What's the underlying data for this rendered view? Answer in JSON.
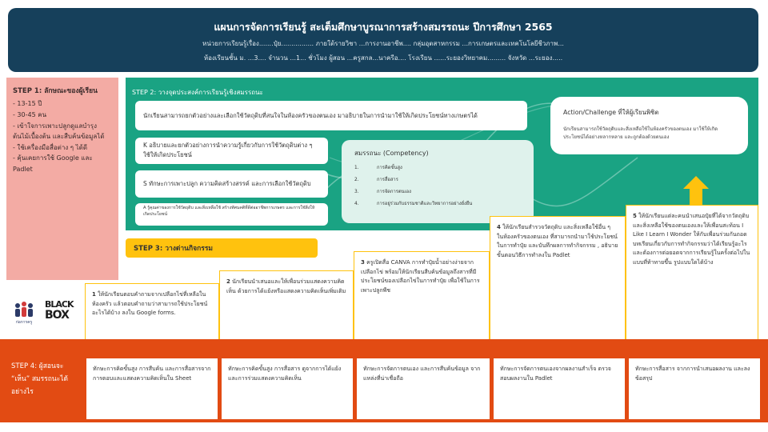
{
  "header": {
    "title": "แผนการจัดการเรียนรู้ สะเต็มศึกษาบูรณาการสร้างสมรรถนะ ปีการศึกษา 2565",
    "line2": "หน่วยการเรียนรู้เรื่อง.......ปุ๋ย................ ภายใต้รายวิชา ...การงานอาชีพ.... กลุ่มอุตสาหกรรม ...การเกษตรและเทคโนโลยีชีวภาพ...",
    "line3": "ห้องเรียนชั้น ม. ...3.... จำนวน ...1... ชั่วโมง ผู้สอน ...ครูสกล...นาครีอ.... โรงเรียน ......ระยองวิทยาคม......... จังหวัด ...ระยอง....."
  },
  "step1": {
    "title": "STEP 1: ลักษณะของผู้เรียน",
    "items": [
      "- 13-15 ปี",
      "- 30-45 คน",
      "- เข้าใจการเพาะปลูกดูแลบำรุงต้นไม้เบื้องต้น และสืบค้นข้อมูลได้",
      "- ใช้เครื่องมือสื่อต่าง ๆ ได้ดี",
      "- คุ้นเคยการใช้ Google และ Padlet"
    ]
  },
  "step2": {
    "title": "STEP 2: วางจุดประสงค์การเรียนรู้เชิงสมรรถนะ",
    "objective_main": "นักเรียนสามารถยกตัวอย่างและเลือกใช้วัตถุดิบที่สนใจในห้องครัวของตนเอง มาอธิบายในการนำมาใช้ให้เกิดประโยชน์ทางเกษตรได้",
    "objective_k": "K อธิบายและยกตัวอย่างการนำความรู้เกี่ยวกับการใช้วัตถุดิบต่าง ๆ ใช้ให้เกิดประโยชน์",
    "objective_s": "S ทักษะการเพาะปลูก ความคิดสร้างสรรค์ และการเลือกใช้วัตถุดิบ",
    "objective_a": "A รู้คุณค่าของการใช้วัตถุดิบ และสิ่งเหลือใช้ สร้างทัศนคติที่ดีต่ออาชีพการเกษตร และการใช้สิ่งให้เกิดประโยชน์",
    "competency": {
      "title": "สมรรถนะ (Competency)",
      "items": [
        {
          "num": "1.",
          "label": "การคิดขั้นสูง"
        },
        {
          "num": "2.",
          "label": "การสื่อสาร"
        },
        {
          "num": "3.",
          "label": "การจัดการตนเอง"
        },
        {
          "num": "4.",
          "label": "การอยู่ร่วมกับธรรมชาติและวิทยาการอย่างยั่งยืน"
        }
      ]
    },
    "action": {
      "title": "Action/Challenge ที่ให้ผู้เรียนพิชิต",
      "body": "นักเรียนสามารถใช้วัตถุดิบและสิ่งเหลือใช้ในห้องครัวของตนเอง มาใช้ให้เกิดประโยชน์ได้อย่างหลากหลาย และถูกต้องด้วยตนเอง"
    }
  },
  "step3": {
    "title": "STEP 3: วางด่านกิจกรรม",
    "stages": [
      {
        "num": "1",
        "text": "ให้นักเรียนตอบคำถามจากเปลือกไข่ที่เหลือในห้องครัว แล้วตอบคำถามว่าสามารถใช้ประโยชน์อะไรได้บ้าง ลงใน Google forms."
      },
      {
        "num": "2",
        "text": "นักเรียนนำเสนอและให้เพื่อนร่วมแสดงความคิดเห็น ด้วยการได้แย้งหรือแสดงความคิดเห็นเพิ่มเติม"
      },
      {
        "num": "3",
        "text": "ครูเปิดสื่อ CANVA การทำปุ๋ยน้ำอย่างง่ายจากเปลือกไข่ พร้อมให้นักเรียนสืบค้นข้อมูลถึงสารที่มีประโยชน์ของเปลือกไข่ในการทำปุ๋ย เพื่อใช้ในการเพาะปลูกพืช"
      },
      {
        "num": "4",
        "text": "ให้นักเรียนสำรวจวัตถุดิบ และสิ่งเหลือใช้อื่น ๆ ในห้องครัวของตนเอง ที่สามารถนำมาใช้ประโยชน์ในการทำปุ๋ย และบันทึกผลการทำกิจกรรม , อธิบายขั้นตอนวิธีการทำลงใน Padlet"
      },
      {
        "num": "5",
        "text": "ให้นักเรียนแต่ละคนนำเสนอปุ๋ยที่ได้จากวัตถุดิบ และสิ่งเหลือใช้ของตนเองและให้เพื่อนสะท้อน I Like I Learn I Wonder ให้กับเพื่อนร่วมกันถอดบทเรียนเกี่ยวกับการทำกิจกรรมว่าได้เรียนรู้อะไร และต้องการต่อยอดจากการเรียนรู้ในครั้งต่อไปในแบบที่ท้าทายขึ้น รูปแบบใดได้บ้าง"
      }
    ]
  },
  "step4": {
    "title": "STEP 4: ผู้สอนจะ “เห็น” สมรรถนะได้อย่างไร",
    "assessments": [
      "ทักษะการคิดขั้นสูง การสืบค้น และการสื่อสารจากการตอบและแสดงความคิดเห็นใน Sheet",
      "ทักษะการคิดขั้นสูง การสื่อสาร ดูจากการได้แย้ง และการร่วมแสดงความคิดเห็น",
      "ทักษะการจัดการตนเอง และการสืบค้นข้อมูล จากแหล่งที่น่าเชื่อถือ",
      "ทักษะการจัดการตนเองจากผลงานสำเร็จ ตรวจสอบผลงานใน Padlet",
      "ทักษะการสื่อสาร จากการนำเสนอผลงาน และลงข้อสรุป"
    ]
  },
  "logos": {
    "kru_caption": "ก่อการครู",
    "blackbox_line1": "BLACK",
    "blackbox_line2": "BOX"
  },
  "colors": {
    "header": "#16405b",
    "step1": "#f3aba4",
    "step2": "#1aa383",
    "step3": "#ffc20e",
    "step4": "#e24b13",
    "arrow": "#e24b13"
  }
}
